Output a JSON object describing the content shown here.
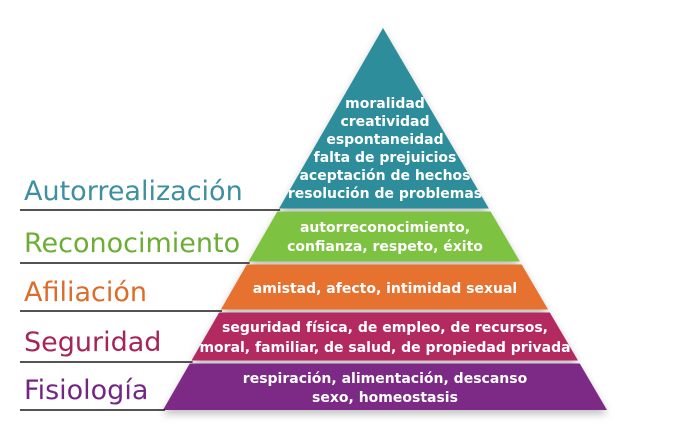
{
  "colors": {
    "autorrealizacion": "#2f8d9b",
    "reconocimiento": "#7ec242",
    "afiliacion": "#e7712d",
    "seguridad": "#b22a5e",
    "fisiologia": "#7c2a86",
    "label_autorrealizacion": "#3e8fa0",
    "label_reconocimiento": "#6cae35",
    "label_afiliacion": "#dd6b2a",
    "label_seguridad": "#a62557",
    "label_fisiologia": "#742683",
    "line": "#1a1a1a",
    "text": "#ffffff"
  },
  "levels": [
    {
      "name": "Autorrealización",
      "lines": [
        "moralidad",
        "creatividad",
        "espontaneidad",
        "falta de prejuicios",
        "aceptación de hechos",
        "resolución de problemas"
      ]
    },
    {
      "name": "Reconocimiento",
      "lines": [
        "autorreconocimiento,",
        "confianza, respeto, éxito"
      ]
    },
    {
      "name": "Afiliación",
      "lines": [
        "amistad, afecto, intimidad sexual"
      ]
    },
    {
      "name": "Seguridad",
      "lines": [
        "seguridad física, de empleo, de recursos,",
        "moral, familiar, de salud, de propiedad privada"
      ]
    },
    {
      "name": "Fisiología",
      "lines": [
        "respiración, alimentación, descanso",
        "sexo, homeostasis"
      ]
    }
  ]
}
